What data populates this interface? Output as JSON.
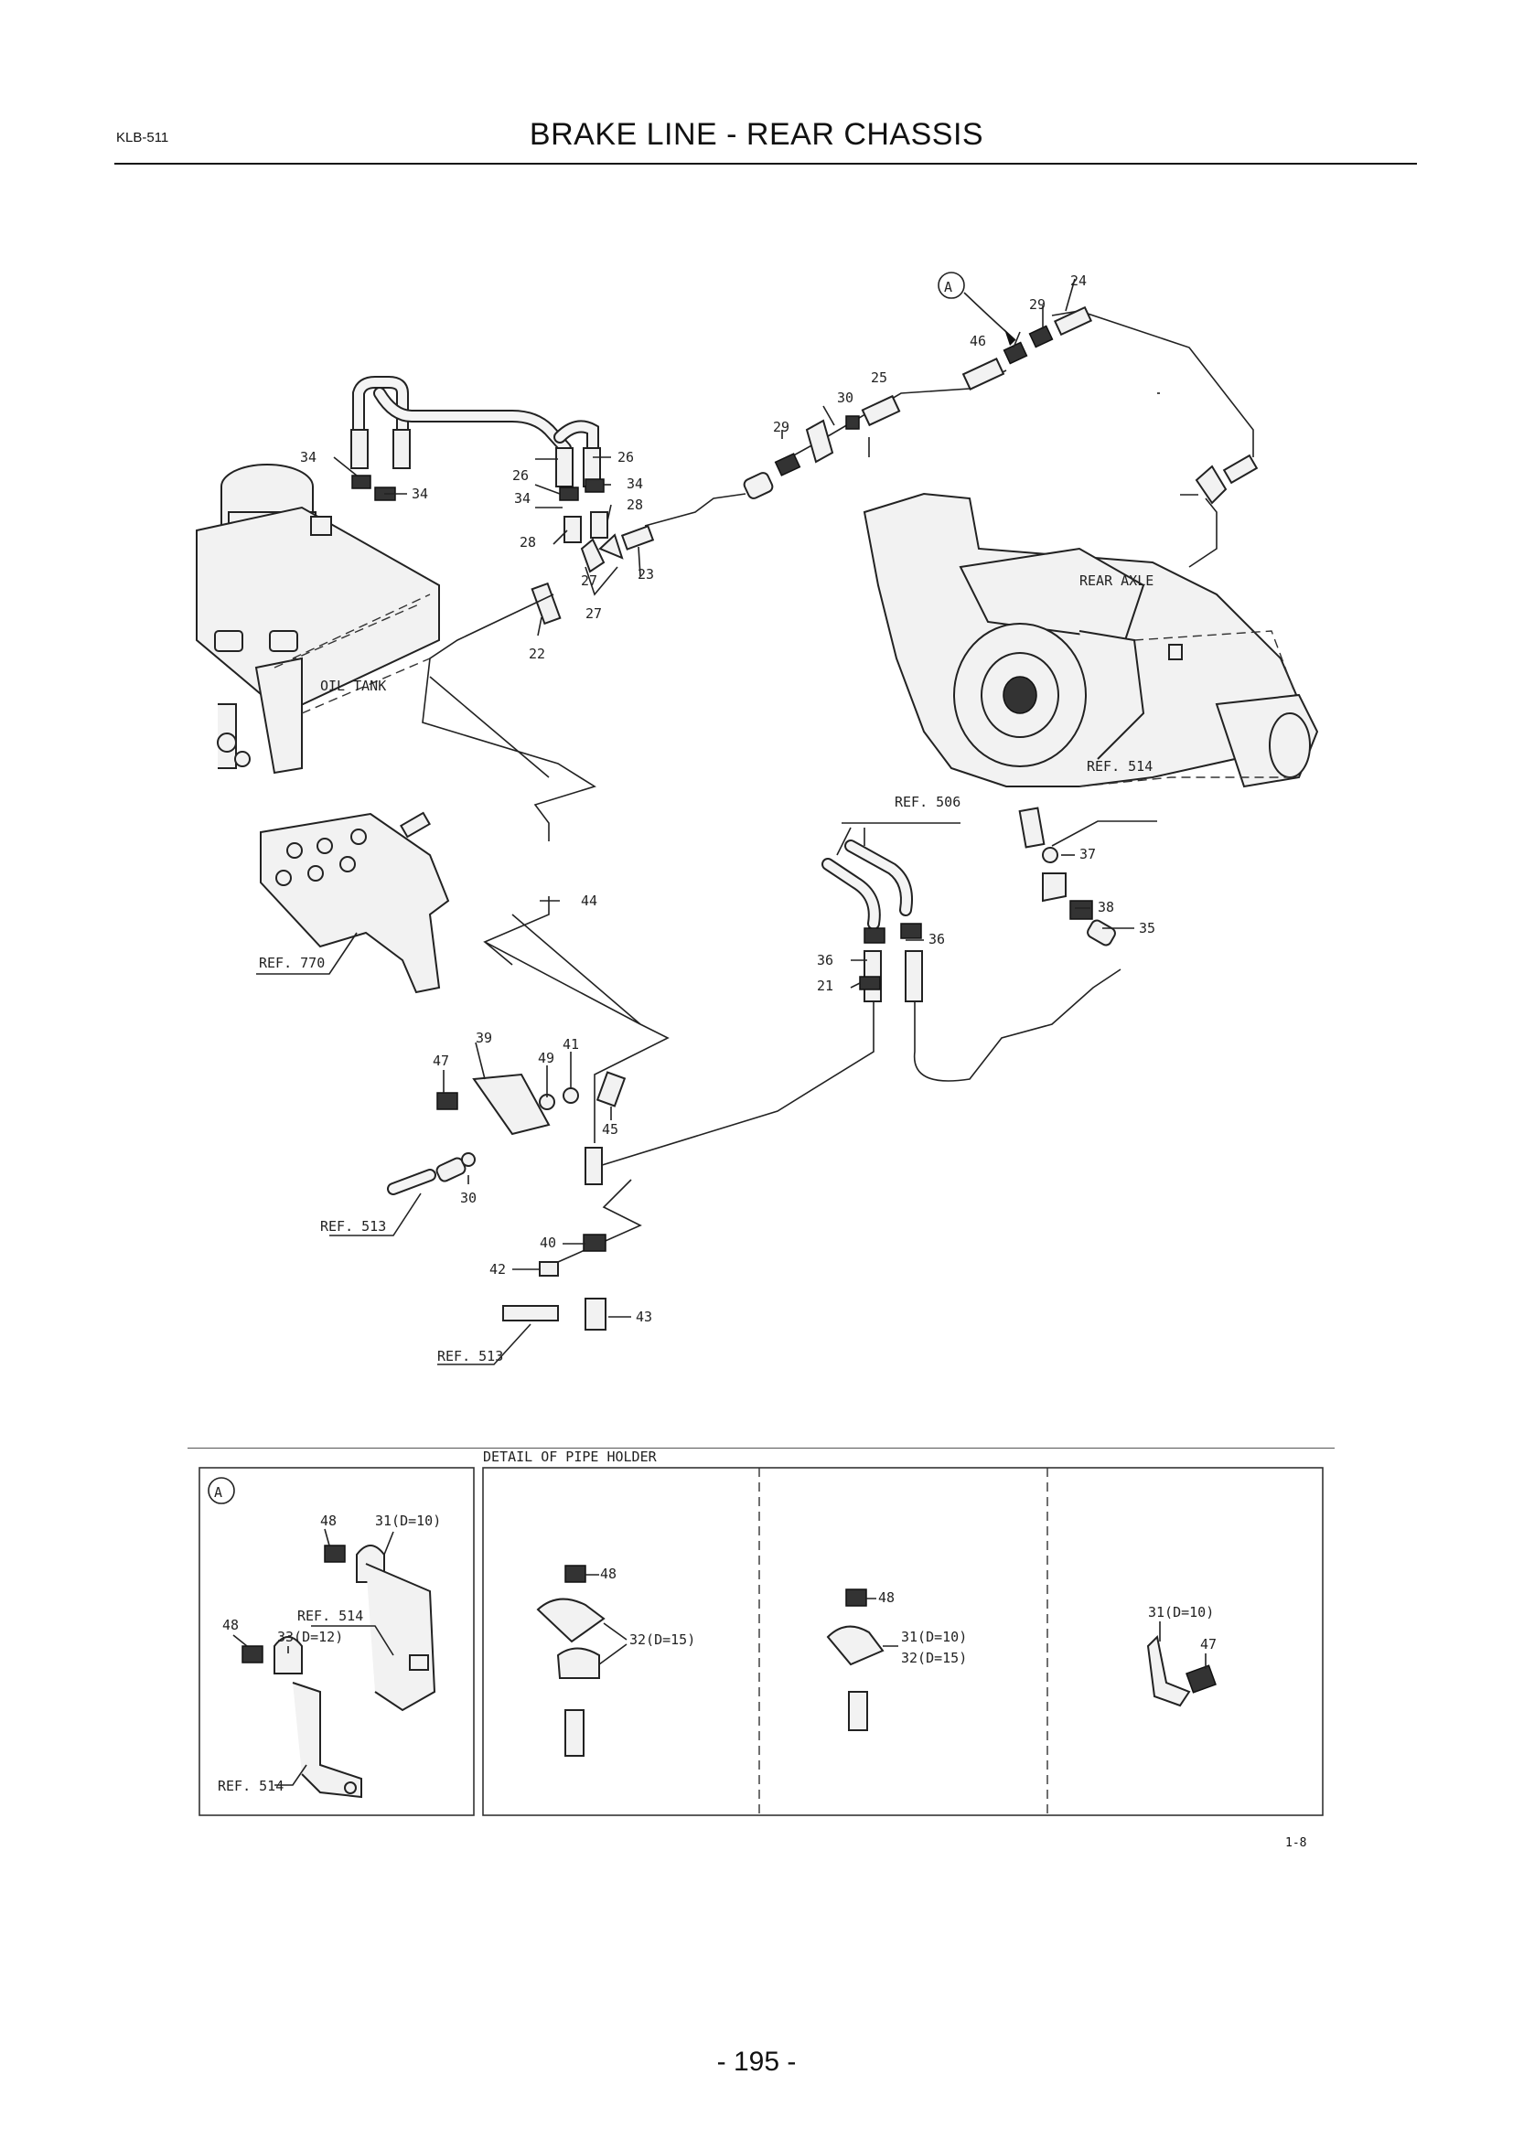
{
  "header": {
    "code": "KLB-511",
    "title": "BRAKE LINE - REAR CHASSIS"
  },
  "footer": {
    "page_number": "- 195 -",
    "figure_code": "1-8"
  },
  "diagram": {
    "view_marker": "A",
    "components": {
      "oil_tank": "OIL TANK",
      "rear_axle": "REAR AXLE"
    },
    "references": [
      "REF. 514",
      "REF. 506",
      "REF. 770",
      "REF. 513",
      "REF. 513"
    ],
    "part_numbers": [
      "24",
      "29",
      "46",
      "25",
      "30",
      "29",
      "34",
      "34",
      "26",
      "26",
      "34",
      "34",
      "28",
      "28",
      "23",
      "27",
      "22",
      "27",
      "44",
      "36",
      "36",
      "21",
      "37",
      "38",
      "35",
      "39",
      "47",
      "41",
      "49",
      "45",
      "30",
      "40",
      "42",
      "43"
    ]
  },
  "detail": {
    "marker": "A",
    "title": "DETAIL OF PIPE HOLDER",
    "inset_labels": [
      "48",
      "31(D=10)",
      "REF. 514",
      "48",
      "33(D=12)",
      "REF. 514"
    ],
    "col1_labels": [
      "48",
      "32(D=15)"
    ],
    "col2_labels": [
      "48",
      "31(D=10)",
      "32(D=15)"
    ],
    "col3_labels": [
      "31(D=10)",
      "47"
    ]
  }
}
